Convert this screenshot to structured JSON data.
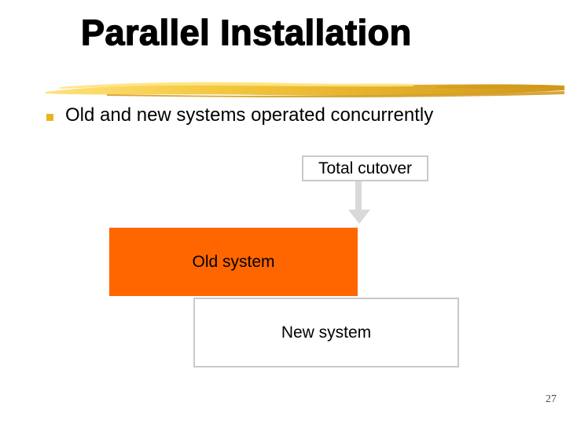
{
  "slide": {
    "title": "Parallel Installation",
    "bullet_text": "Old and new systems operated concurrently",
    "page_number": "27"
  },
  "diagram": {
    "cutover_label": "Total cutover",
    "old_system": {
      "label": "Old system"
    },
    "new_system": {
      "label": "New system"
    }
  },
  "icons": {
    "bullet": "square-bullet-icon",
    "arrow": "down-arrow-icon",
    "divider": "gold-brush-stroke"
  },
  "colors": {
    "old_system_fill": "#FF6600",
    "diagram_border": "#C9C9C9",
    "arrow_fill": "#D9D9D9",
    "bullet_marker": "#E9B51F",
    "brush_light": "#FFE27A",
    "brush_mid": "#F2C63C",
    "brush_dark": "#D1971A",
    "page_number_color": "#4A4A4A"
  }
}
